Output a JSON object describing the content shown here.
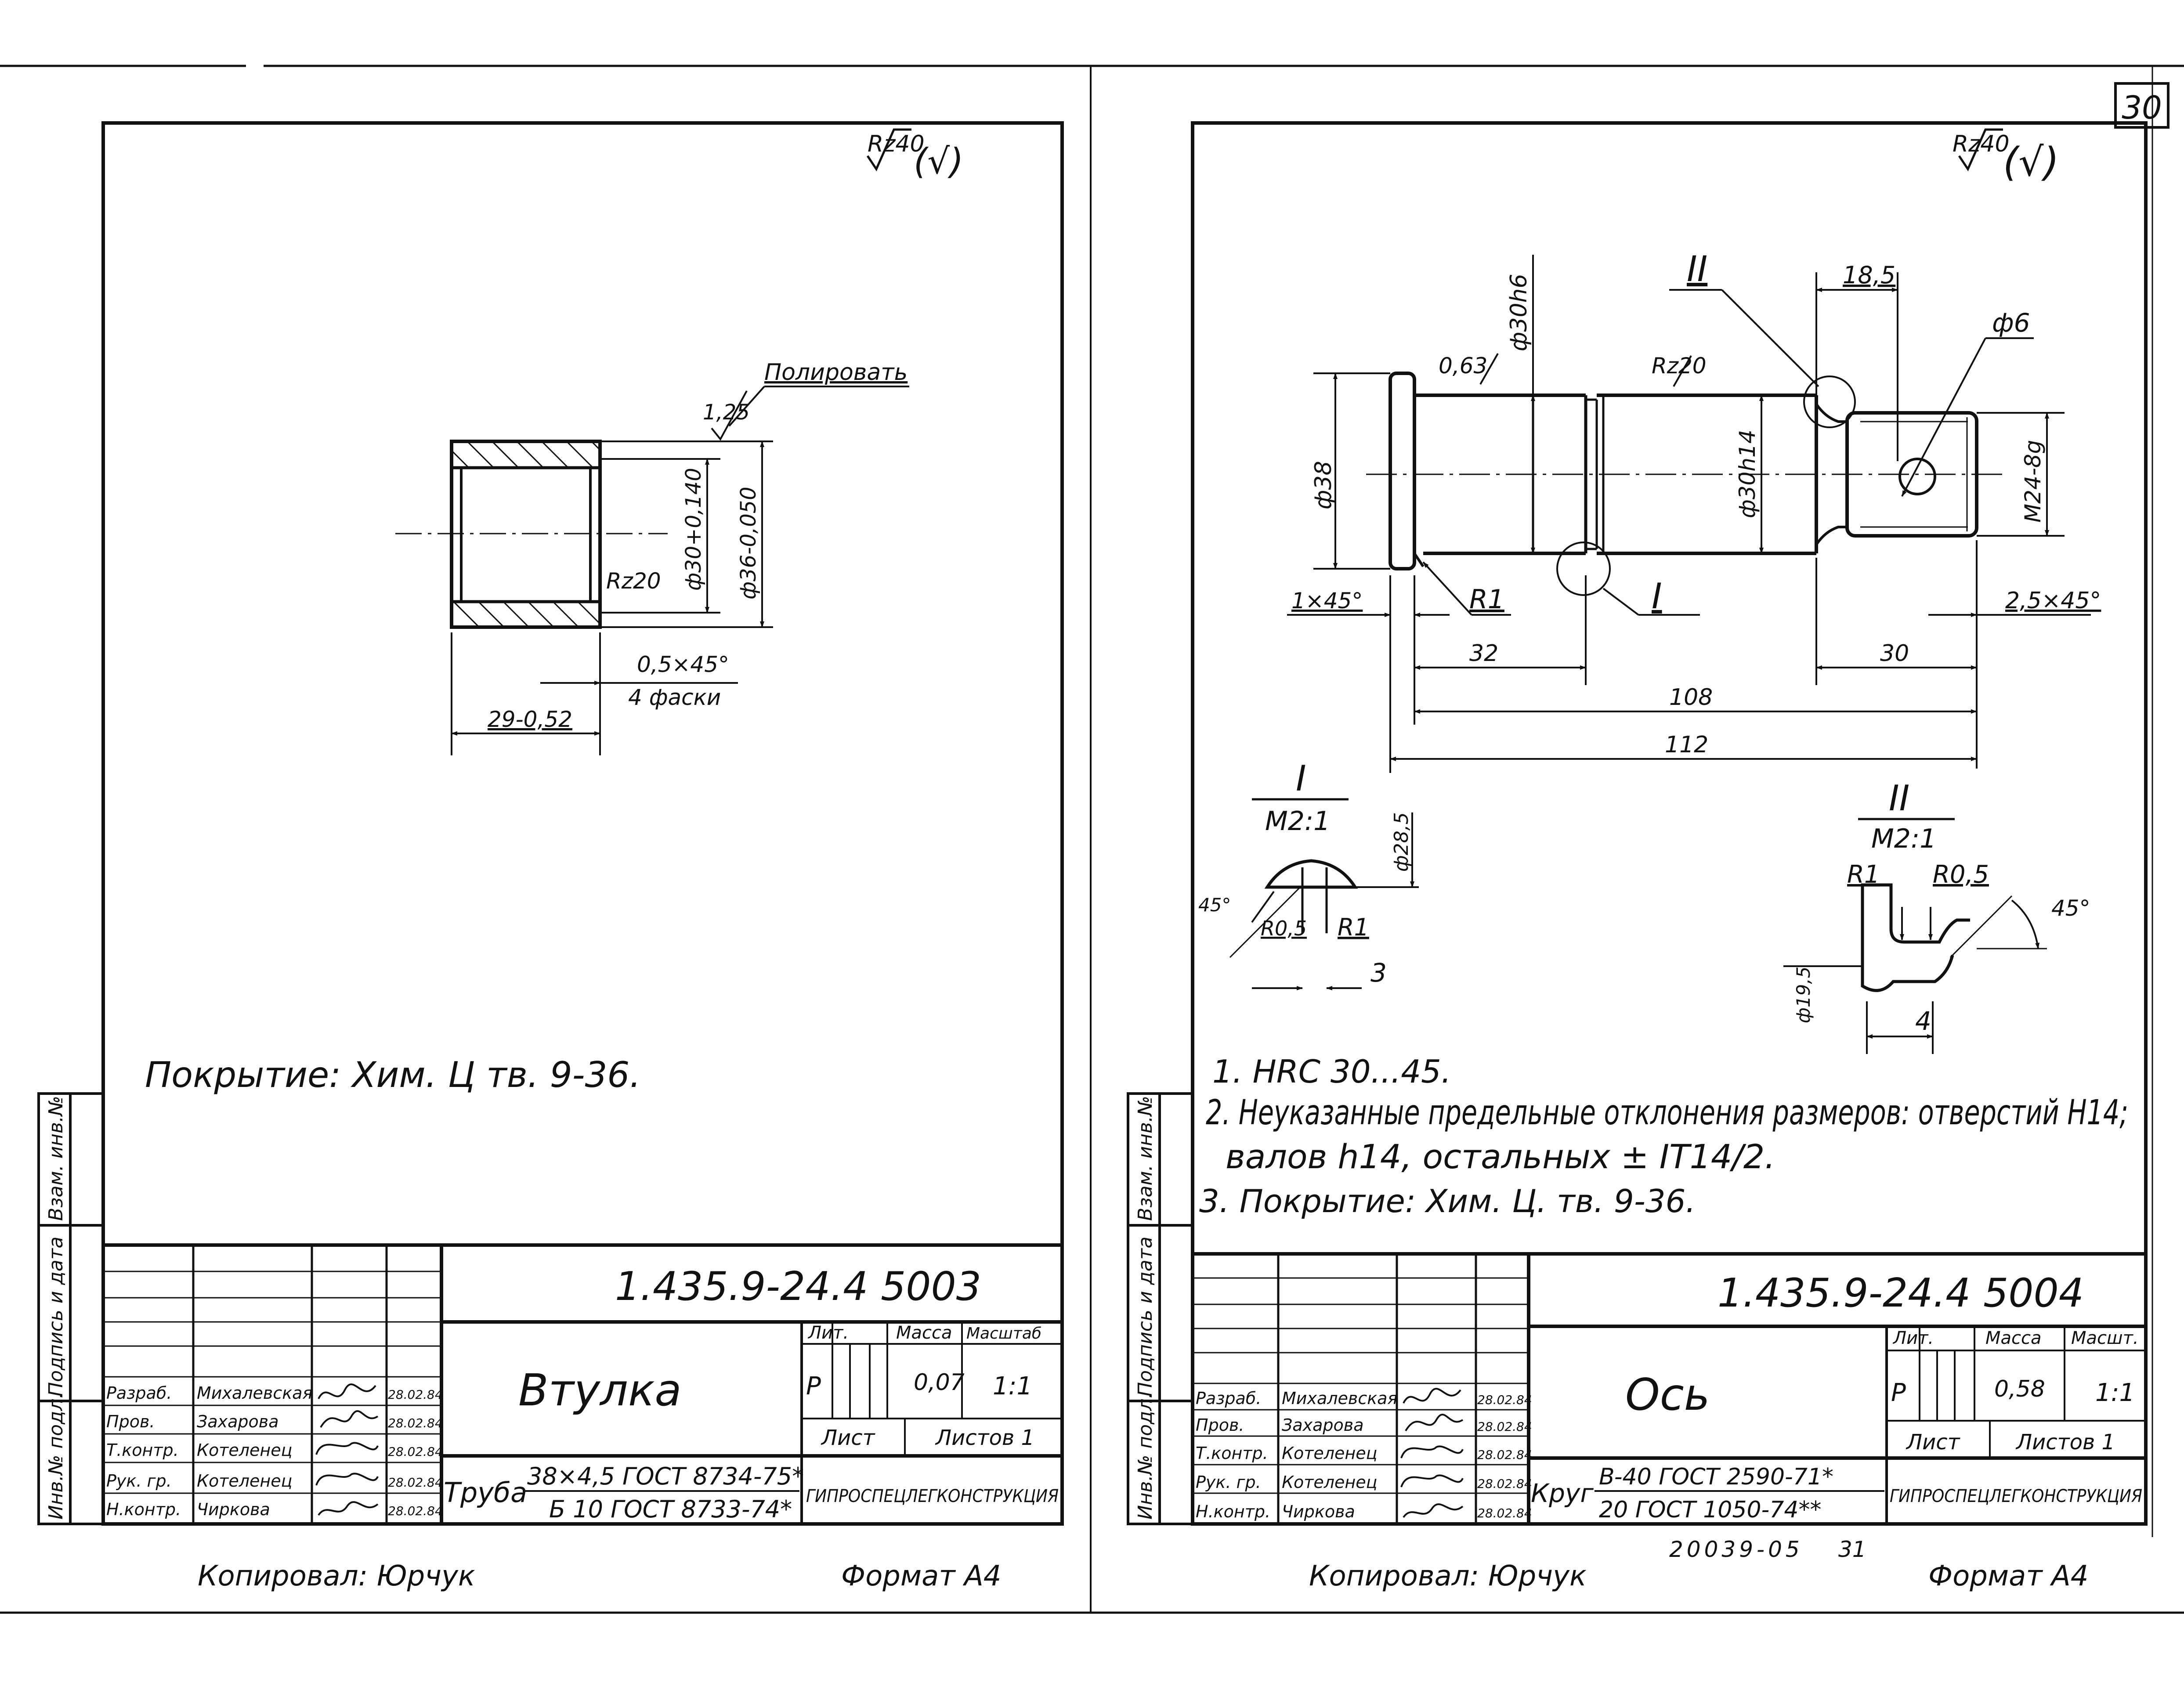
{
  "page_number": "30",
  "stamp_number": "20039-05",
  "stamp_page": "31",
  "copied_by": "Копировал: Юрчук",
  "format": "Формат А4",
  "side_labels": [
    "Инв.№ подл.",
    "Подпись и дата",
    "Взам. инв.№"
  ],
  "left_sheet": {
    "roughness_general": "Rz40",
    "roughness_suffix": "(√)",
    "note_polish": "Полировать",
    "roughness_polish": "1,25",
    "roughness_bore": "Rz20",
    "dim_inner": "ф30+0,140",
    "dim_outer": "ф36-0,050",
    "chamfer": "0,5×45°",
    "chamfer_note": "4 фаски",
    "dim_length": "29-0,52",
    "coating": "Покрытие: Хим. Ц тв. 9-36.",
    "title_block": {
      "designation": "1.435.9-24.4 5003",
      "name": "Втулка",
      "lit_label": "Лит.",
      "mass_label": "Масса",
      "scale_label": "Масштаб",
      "lit": "Р",
      "mass": "0,07",
      "scale": "1:1",
      "sheet_label": "Лист",
      "sheets_label": "Листов 1",
      "roles": [
        "Разраб.",
        "Пров.",
        "Т.контр.",
        "Рук. гр.",
        "Н.контр."
      ],
      "names": [
        "Михалевская",
        "Захарова",
        "Котеленец",
        "Котеленец",
        "Чиркова"
      ],
      "dates": [
        "28.02.84",
        "28.02.84",
        "28.02.84",
        "28.02.84",
        "28.02.84"
      ],
      "material_prefix": "Труба",
      "material_top": "38×4,5 ГОСТ 8734-75*",
      "material_bottom": "Б 10 ГОСТ 8733-74*",
      "organization": "ГИПРОСПЕЦЛЕГКОНСТРУКЦИЯ"
    }
  },
  "right_sheet": {
    "roughness_general": "Rz40",
    "roughness_suffix": "(√)",
    "roughness_a": "0,63",
    "roughness_b": "Rz20",
    "dim_d30h6": "ф30h6",
    "dim_d38": "ф38",
    "dim_d30h14": "ф30h14",
    "dim_m24": "M24-8g",
    "dim_185": "18,5",
    "dim_d6": "ф6",
    "chamfer_left": "1×45°",
    "radius_main": "R1",
    "view1_mark": "I",
    "view2_mark": "II",
    "dim_32": "32",
    "dim_30": "30",
    "dim_108": "108",
    "dim_112": "112",
    "chamfer_right": "2,5×45°",
    "detail1": {
      "mark": "I",
      "scale": "M2:1",
      "angle": "45°",
      "r1": "R0,5",
      "r2": "R1",
      "dim": "3",
      "diam": "ф28,5"
    },
    "detail2": {
      "mark": "II",
      "scale": "M2:1",
      "r1": "R1",
      "r2": "R0,5",
      "angle": "45°",
      "dim": "4",
      "diam": "ф19,5"
    },
    "notes": [
      "1. HRC 30...45.",
      "2. Неуказанные предельные отклонения размеров: отверстий H14;",
      "валов h14, остальных ± IT14/2.",
      "3. Покрытие: Хим. Ц. тв. 9-36."
    ],
    "title_block": {
      "designation": "1.435.9-24.4 5004",
      "name": "Ось",
      "lit_label": "Лит.",
      "mass_label": "Масса",
      "scale_label": "Масшт.",
      "lit": "Р",
      "mass": "0,58",
      "scale": "1:1",
      "sheet_label": "Лист",
      "sheets_label": "Листов 1",
      "roles": [
        "Разраб.",
        "Пров.",
        "Т.контр.",
        "Рук. гр.",
        "Н.контр."
      ],
      "names": [
        "Михалевская",
        "Захарова",
        "Котеленец",
        "Котеленец",
        "Чиркова"
      ],
      "dates": [
        "28.02.84",
        "28.02.84",
        "28.02.84",
        "28.02.84",
        "28.02.84"
      ],
      "material_prefix": "Круг",
      "material_top": "B-40 ГОСТ 2590-71*",
      "material_bottom": "20 ГОСТ 1050-74**",
      "organization": "ГИПРОСПЕЦЛЕГКОНСТРУКЦИЯ"
    }
  }
}
